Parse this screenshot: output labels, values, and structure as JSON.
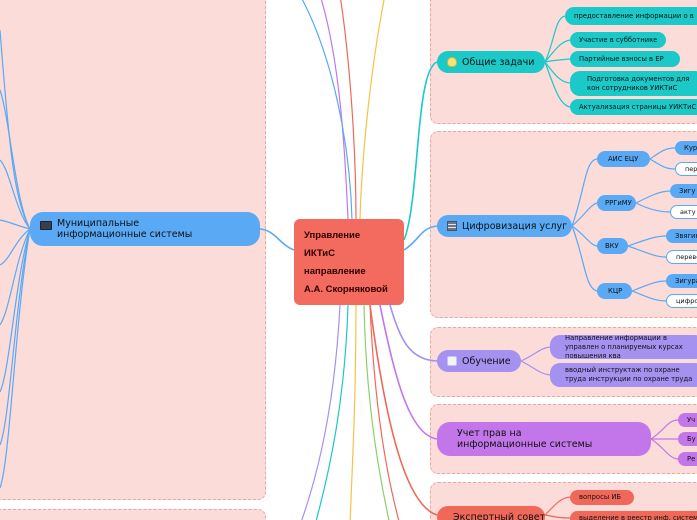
{
  "root": {
    "lines": [
      "Управление",
      "ИКТиС",
      "направление",
      "А.А. Скорняковой"
    ]
  },
  "left": {
    "topic": "Муниципальные информационные системы",
    "topic_icon": "computer-icon"
  },
  "right": {
    "tasks": {
      "label": "Общие задачи",
      "icon": "lightbulb-icon",
      "items": [
        "предоставление информации о в",
        "Участие в субботнике",
        "Партийные взносы в ЕР",
        "Подготовка документов для кон сотрудников УИКТиС",
        "Актуализация страницы УИКТиС"
      ]
    },
    "digital": {
      "label": "Цифровизация услуг",
      "icon": "building-icon",
      "systems": [
        {
          "label": "АИС ЕЦУ",
          "children": [
            "Кура",
            "пере"
          ]
        },
        {
          "label": "РРГиМУ",
          "children": [
            "Зигу",
            "акту"
          ]
        },
        {
          "label": "ВКУ",
          "children": [
            "Звягинц",
            "перевод"
          ]
        },
        {
          "label": "КЦР",
          "children": [
            "Зигура И",
            "цифрово"
          ]
        }
      ]
    },
    "training": {
      "label": "Обучение",
      "icon": "checkbox-icon",
      "items": [
        "Направление информации в управлен о планируемых курсах повышения ква",
        "вводный инструктаж по охране труда инструкции по охране труда"
      ]
    },
    "rights": {
      "label": "Учет прав на информационные системы",
      "items": [
        "Уч",
        "Бу",
        "Ре"
      ]
    },
    "expert": {
      "label": "Экспертный совет",
      "items": [
        "вопросы ИБ",
        "выделение в реестр инф. систем"
      ]
    }
  },
  "colors": {
    "panel": "#fbdcd8",
    "root": "#f26b5e",
    "teal": "#1bc9c9",
    "blue": "#5aa9f5",
    "violet": "#a491f0",
    "purple": "#c376ea",
    "salmon": "#f0685a"
  }
}
